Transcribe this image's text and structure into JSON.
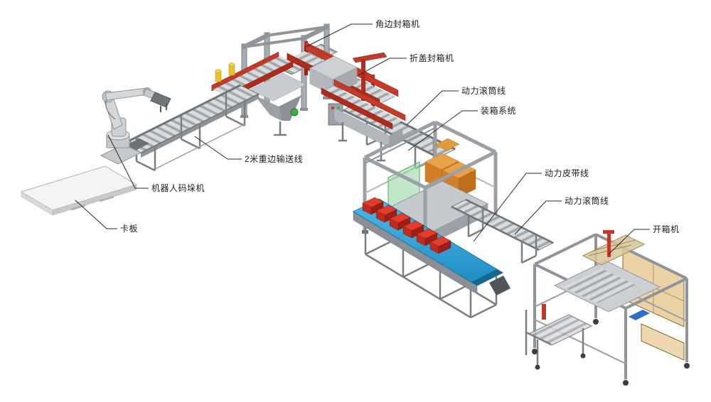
{
  "diagram": {
    "type": "isometric-packaging-line-illustration",
    "background": "#ffffff",
    "labels": [
      {
        "id": "corner-sealer",
        "text": "角边封箱机"
      },
      {
        "id": "flap-sealer",
        "text": "折盖封箱机"
      },
      {
        "id": "roller-line-1",
        "text": "动力滚筒线"
      },
      {
        "id": "case-packer",
        "text": "装箱系统"
      },
      {
        "id": "belt-line",
        "text": "动力皮带线"
      },
      {
        "id": "roller-line-2",
        "text": "动力滚筒线"
      },
      {
        "id": "carton-erector",
        "text": "开箱机"
      },
      {
        "id": "conveyor-2m",
        "text": "2米重边输送线"
      },
      {
        "id": "robot-palletizer",
        "text": "机器人码垛机"
      },
      {
        "id": "pallet",
        "text": "卡板"
      }
    ],
    "colors": {
      "machine_red": "#c0392b",
      "belt_blue": "#2ea7e0",
      "carton_orange": "#e09a4a",
      "product_box_red": "#d63425",
      "safety_yellow": "#e8c32a",
      "panel_amber": "#d9a84e",
      "steel_gray": "#b3b8bc",
      "accent_green": "#3fae49",
      "leader_line": "#2a2a2a"
    }
  }
}
